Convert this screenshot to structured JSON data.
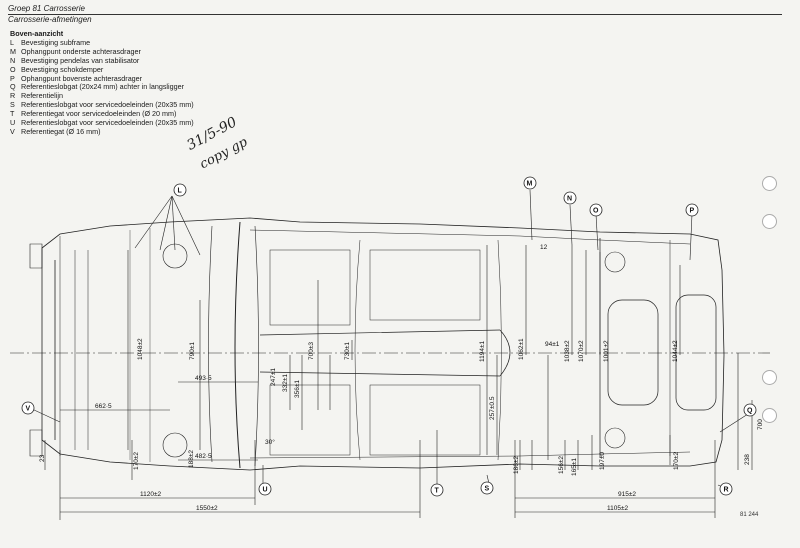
{
  "header": {
    "group": "Groep 81 Carrosserie",
    "subtitle": "Carrosserie-afmetingen"
  },
  "legend": {
    "title": "Boven-aanzicht",
    "items": [
      {
        "key": "L",
        "text": "Bevestiging subframe"
      },
      {
        "key": "M",
        "text": "Ophangpunt onderste achterasdrager"
      },
      {
        "key": "N",
        "text": "Bevestiging pendelas van stabilisator"
      },
      {
        "key": "O",
        "text": "Bevestiging schokdemper"
      },
      {
        "key": "P",
        "text": "Ophangpunt bovenste achterasdrager"
      },
      {
        "key": "Q",
        "text": "Referentieslobgat (20x24 mm) achter in langsligger"
      },
      {
        "key": "R",
        "text": "Referentielijn"
      },
      {
        "key": "S",
        "text": "Referentieslobgat voor servicedoeleinden (20x35 mm)"
      },
      {
        "key": "T",
        "text": "Referentiegat voor servicedoeleinden (Ø 20 mm)"
      },
      {
        "key": "U",
        "text": "Referentieslobgat voor servicedoeleinden (20x35 mm)"
      },
      {
        "key": "V",
        "text": "Referentiegat (Ø 16 mm)"
      }
    ]
  },
  "handwriting": {
    "date": "31/5-90",
    "note": "copy gp"
  },
  "callouts": [
    "L",
    "M",
    "N",
    "O",
    "P",
    "Q",
    "R",
    "S",
    "T",
    "U",
    "V"
  ],
  "dims": {
    "d1120": "1120±2",
    "d1550": "1550±2",
    "d915": "915±2",
    "d1105": "1105±2",
    "d662": "662·5",
    "d493": "493·5",
    "d482": "482·5",
    "d1048": "1048±2",
    "d790": "790±1",
    "d170": "170±2",
    "d188": "188±2",
    "d247": "247±1",
    "d332": "332±1",
    "d356": "356±1",
    "d700": "700±3",
    "d730": "730±1",
    "d1194": "1194±1",
    "d257": "257±0.5",
    "d1062": "1062±1",
    "d1038": "1038±2",
    "d1070": "1070±2",
    "d1001": "1001±2",
    "d94": "94±1",
    "d1044": "1044±2",
    "d700r": "700",
    "d238": "238",
    "d170b": "170±2",
    "d197": "197±0",
    "d165": "165±1",
    "d156": "156±2",
    "d186": "186±2",
    "d12": "12",
    "d30": "30°",
    "d23": "23"
  },
  "code": "81 244"
}
